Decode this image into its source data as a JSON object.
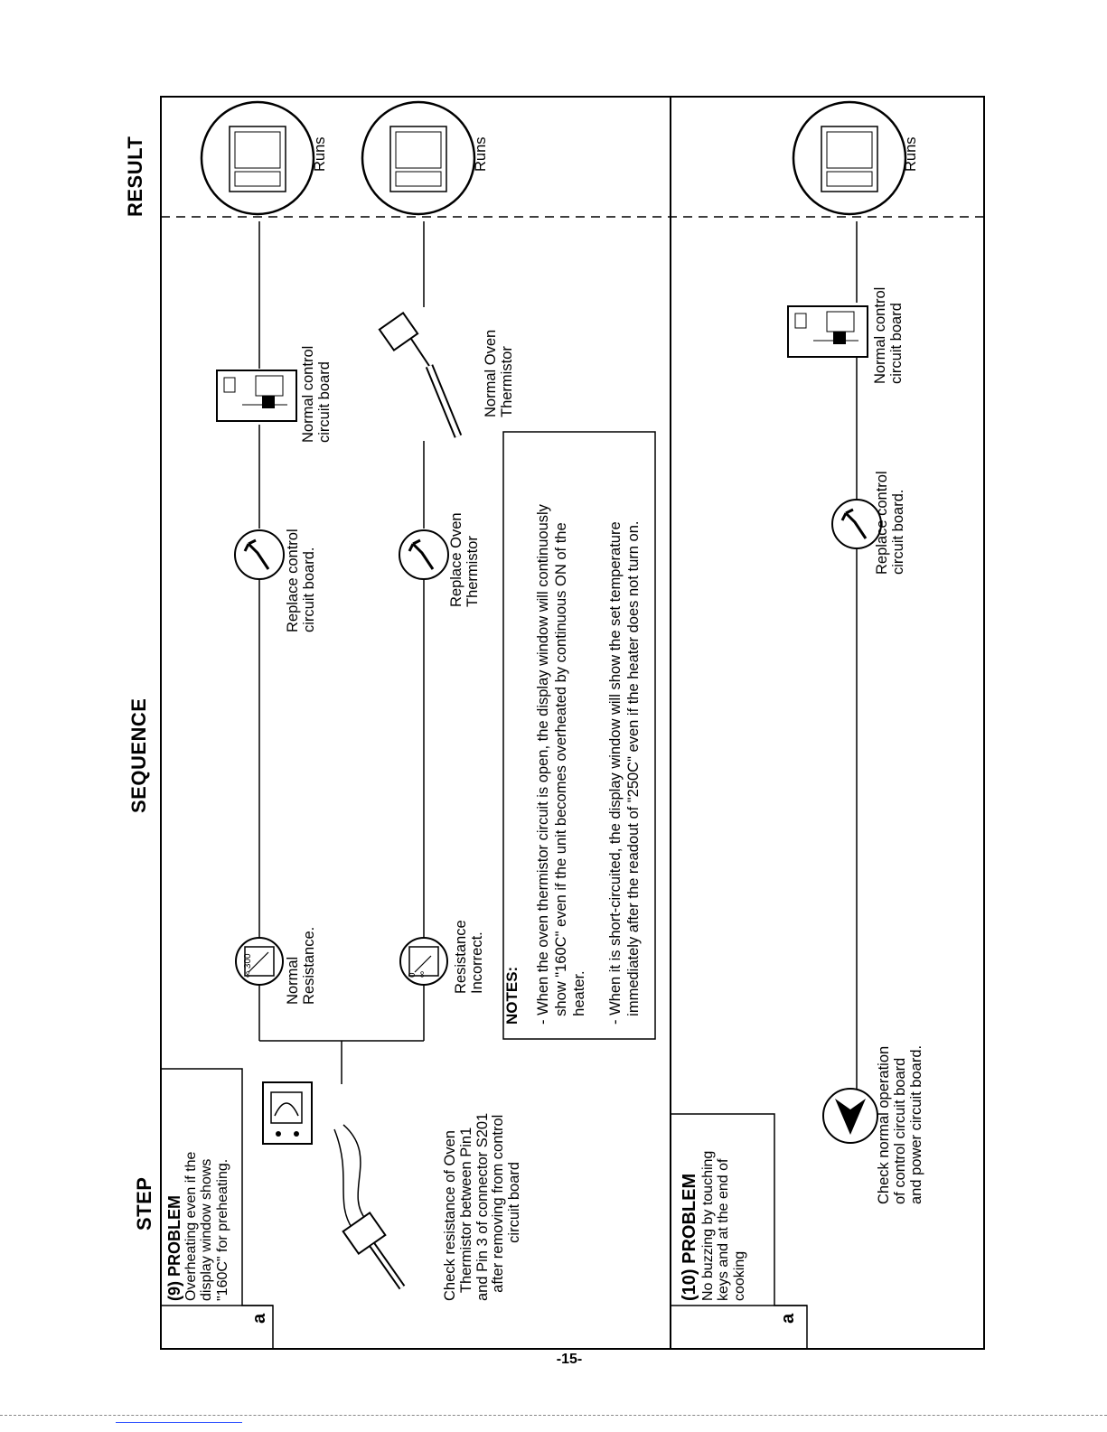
{
  "headers": {
    "step": "STEP",
    "sequence": "SEQUENCE",
    "result": "RESULT"
  },
  "problem9": {
    "title": "(9) PROBLEM",
    "text": "Overheating even if the\ndisplay window shows\n\"160C\" for preheating.",
    "letter": "a",
    "check": "Check resistance of Oven\n  Thermistor between Pin1\nand Pin 3 of connector S201\n  after removing from control\n              circuit board",
    "normal_resistance": "Normal\nResistance.",
    "resistance_incorrect": "Resistance\nIncorrect.",
    "replace_board": "Replace control\ncircuit board.",
    "replace_thermistor": "Replace Oven\nThermistor",
    "normal_board": "Normal control\ncircuit board",
    "normal_thermistor": "Normal Oven\nThermistor",
    "result1": "Runs",
    "result2": "Runs",
    "meter_scale_normal": "∞ 300",
    "meter_scale_incorrect": "0\n∞"
  },
  "notes": {
    "title": "NOTES:",
    "note1": "- When the oven thermistor circuit is open, the display window will continuously\n  show \"160C\" even if the unit becomes overheated by continuous ON of the\n  heater.",
    "note2": "- When it is short-circuited, the display window will show the set temperature\n  immediately after the readout of \"250C\" even if the heater does not turn on."
  },
  "problem10": {
    "title": "(10) PROBLEM",
    "text": "No buzzing by touching\nkeys and at the end of\ncooking",
    "letter": "a",
    "check": "Check normal operation\nof control circuit board\nand power circuit board.",
    "replace_board": "Replace control\ncircuit board.",
    "normal_board": "Normal control\ncircuit board",
    "result": "Runs"
  },
  "page_number": "-15-",
  "icons": {
    "wrench": "wrench-icon",
    "meter": "ohmmeter-icon",
    "connector": "connector-plug-icon",
    "microwave": "microwave-oven-icon",
    "board": "circuit-board-icon",
    "arrow": "check-arrow-icon"
  }
}
